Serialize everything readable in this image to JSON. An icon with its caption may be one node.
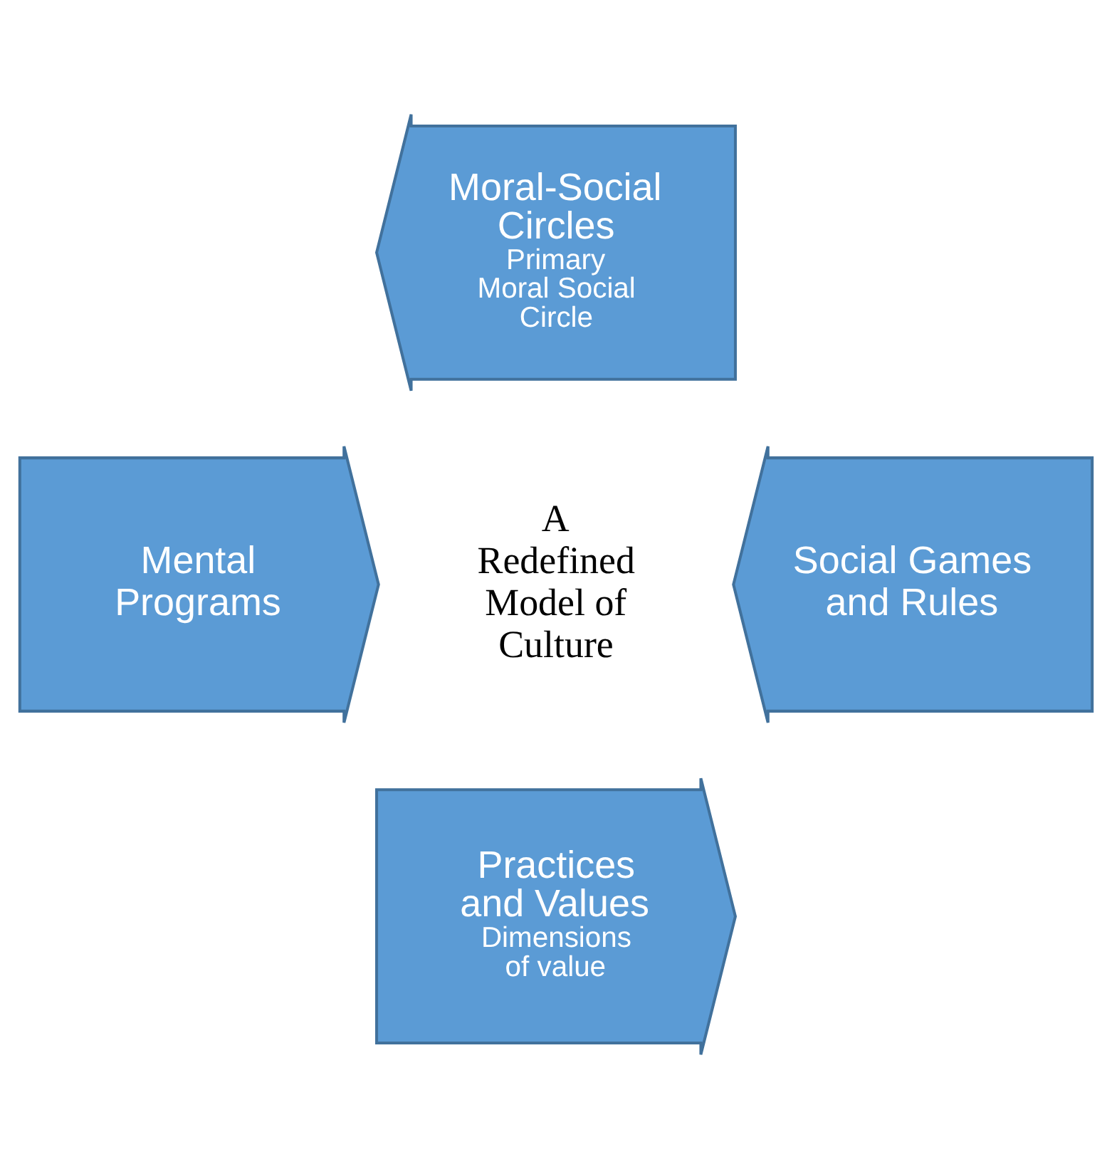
{
  "diagram": {
    "nodes": [
      {
        "text": [
          "Moral-Social Circles",
          "Primary Moral Social Circle"
        ]
      },
      {
        "text": [
          "Mental Programs"
        ]
      },
      {
        "text": [
          "A Redefined Model of Culture"
        ]
      },
      {
        "text": [
          "Social Games and Rules"
        ]
      },
      {
        "text": [
          "Practices and Values",
          "Dimensions of value"
        ]
      }
    ],
    "edges": []
  }
}
